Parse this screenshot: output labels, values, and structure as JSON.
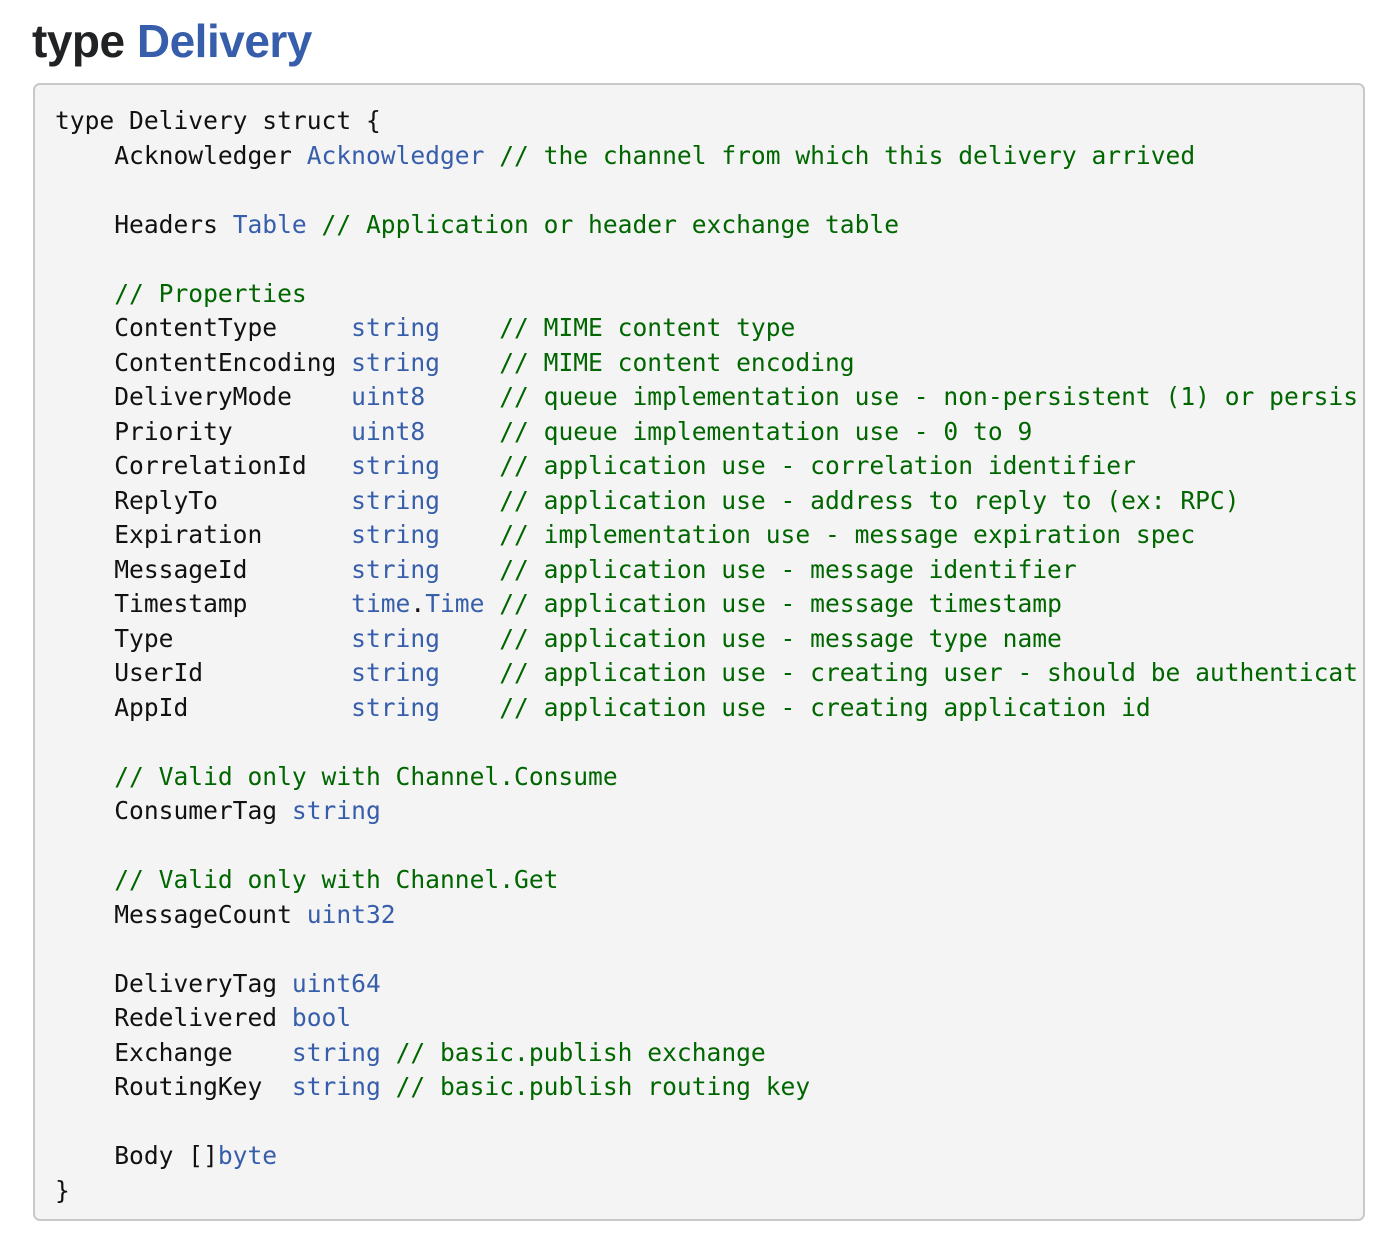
{
  "heading": {
    "keyword": "type",
    "name": "Delivery"
  },
  "code": [
    [
      [
        "p",
        "type Delivery struct {"
      ]
    ],
    [
      [
        "p",
        "    Acknowledger "
      ],
      [
        "t",
        "Acknowledger"
      ],
      [
        "c",
        " // the channel from which this delivery arrived"
      ]
    ],
    [],
    [
      [
        "p",
        "    Headers "
      ],
      [
        "t",
        "Table"
      ],
      [
        "c",
        " // Application or header exchange table"
      ]
    ],
    [],
    [
      [
        "c",
        "    // Properties"
      ]
    ],
    [
      [
        "p",
        "    ContentType     "
      ],
      [
        "t",
        "string"
      ],
      [
        "c",
        "    // MIME content type"
      ]
    ],
    [
      [
        "p",
        "    ContentEncoding "
      ],
      [
        "t",
        "string"
      ],
      [
        "c",
        "    // MIME content encoding"
      ]
    ],
    [
      [
        "p",
        "    DeliveryMode    "
      ],
      [
        "t",
        "uint8"
      ],
      [
        "c",
        "     // queue implementation use - non-persistent (1) or persis"
      ]
    ],
    [
      [
        "p",
        "    Priority        "
      ],
      [
        "t",
        "uint8"
      ],
      [
        "c",
        "     // queue implementation use - 0 to 9"
      ]
    ],
    [
      [
        "p",
        "    CorrelationId   "
      ],
      [
        "t",
        "string"
      ],
      [
        "c",
        "    // application use - correlation identifier"
      ]
    ],
    [
      [
        "p",
        "    ReplyTo         "
      ],
      [
        "t",
        "string"
      ],
      [
        "c",
        "    // application use - address to reply to (ex: RPC)"
      ]
    ],
    [
      [
        "p",
        "    Expiration      "
      ],
      [
        "t",
        "string"
      ],
      [
        "c",
        "    // implementation use - message expiration spec"
      ]
    ],
    [
      [
        "p",
        "    MessageId       "
      ],
      [
        "t",
        "string"
      ],
      [
        "c",
        "    // application use - message identifier"
      ]
    ],
    [
      [
        "p",
        "    Timestamp       "
      ],
      [
        "t",
        "time"
      ],
      [
        "p",
        "."
      ],
      [
        "t",
        "Time"
      ],
      [
        "c",
        " // application use - message timestamp"
      ]
    ],
    [
      [
        "p",
        "    Type            "
      ],
      [
        "t",
        "string"
      ],
      [
        "c",
        "    // application use - message type name"
      ]
    ],
    [
      [
        "p",
        "    UserId          "
      ],
      [
        "t",
        "string"
      ],
      [
        "c",
        "    // application use - creating user - should be authenticat"
      ]
    ],
    [
      [
        "p",
        "    AppId           "
      ],
      [
        "t",
        "string"
      ],
      [
        "c",
        "    // application use - creating application id"
      ]
    ],
    [],
    [
      [
        "c",
        "    // Valid only with Channel.Consume"
      ]
    ],
    [
      [
        "p",
        "    ConsumerTag "
      ],
      [
        "t",
        "string"
      ]
    ],
    [],
    [
      [
        "c",
        "    // Valid only with Channel.Get"
      ]
    ],
    [
      [
        "p",
        "    MessageCount "
      ],
      [
        "t",
        "uint32"
      ]
    ],
    [],
    [
      [
        "p",
        "    DeliveryTag "
      ],
      [
        "t",
        "uint64"
      ]
    ],
    [
      [
        "p",
        "    Redelivered "
      ],
      [
        "t",
        "bool"
      ]
    ],
    [
      [
        "p",
        "    Exchange    "
      ],
      [
        "t",
        "string"
      ],
      [
        "c",
        " // basic.publish exchange"
      ]
    ],
    [
      [
        "p",
        "    RoutingKey  "
      ],
      [
        "t",
        "string"
      ],
      [
        "c",
        " // basic.publish routing key"
      ]
    ],
    [],
    [
      [
        "p",
        "    Body []"
      ],
      [
        "t",
        "byte"
      ]
    ],
    [
      [
        "p",
        "}"
      ]
    ]
  ],
  "colors": {
    "type_name": "#375eab",
    "comment": "#006600",
    "plain": "#111111",
    "code_background": "#f4f4f4",
    "code_border": "#c9c9c9"
  }
}
